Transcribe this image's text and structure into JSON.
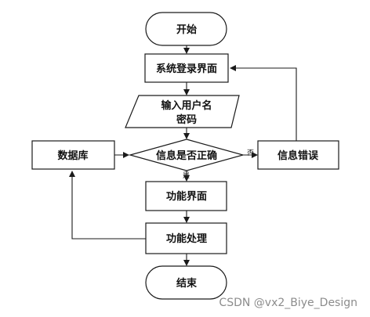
{
  "flowchart": {
    "start": "开始",
    "login_screen": "系统登录界面",
    "input_line1": "输入用户名",
    "input_line2": "密码",
    "decision": "信息是否正确",
    "error": "信息错误",
    "database": "数据库",
    "function_screen": "功能界面",
    "function_process": "功能处理",
    "end": "结束",
    "yes_label": "是",
    "no_label": "否"
  },
  "watermark": "CSDN @vx2_Biye_Design"
}
